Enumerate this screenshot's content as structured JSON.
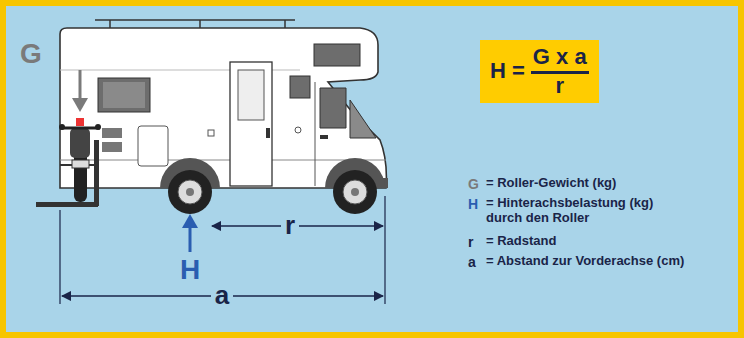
{
  "diagram": {
    "nodes": [
      {
        "text": [
          "H =",
          "G x a",
          "r"
        ]
      }
    ],
    "labels": [
      "G",
      "H",
      "r",
      "a",
      "G",
      "= Roller-Gewicht (kg)",
      "H",
      "= Hinterachsbelastung (kg) durch den Roller",
      "r",
      "= Radstand",
      "a",
      "= Abstand zur Vorderachse (cm)"
    ]
  }
}
